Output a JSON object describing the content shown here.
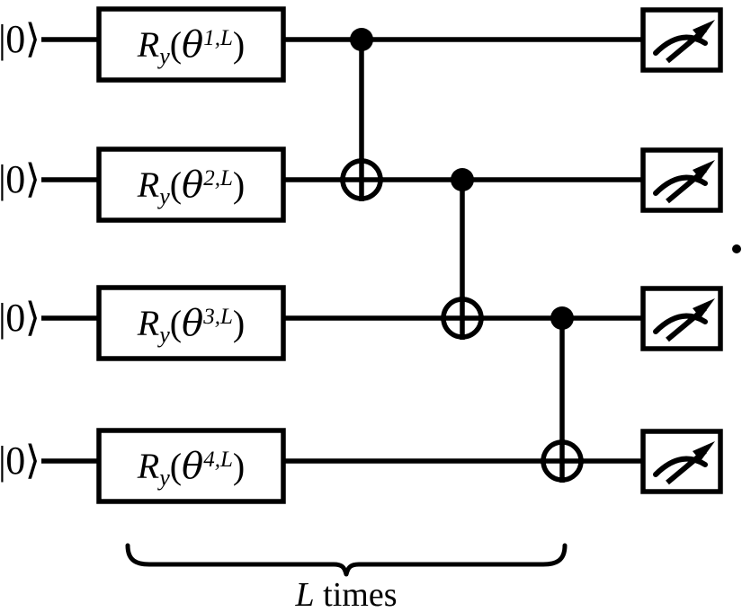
{
  "figure": {
    "kind": "quantum-circuit-diagram",
    "description": "Hardware-efficient variational ansatz: four qubits initialized in |0>, each acted on by a parameterized Ry rotation, followed by a linear chain of CNOT gates, then measured. The rotation-plus-entangler block is repeated L times.",
    "background_color": "#ffffff",
    "ink_color": "#000000",
    "trailing_punctuation": "."
  },
  "qubits": [
    {
      "index": 1,
      "init_label": "|0⟩",
      "init_bra": "|",
      "init_value": "0",
      "init_ket": "⟩",
      "gate": {
        "name": "Ry",
        "symbol": "R",
        "subscript": "y",
        "open_paren": "(",
        "param": "θ",
        "superscript": "1,L",
        "close_paren": ")",
        "full_label": "R_y(θ^{1,L})"
      },
      "measurement": "meter-icon"
    },
    {
      "index": 2,
      "init_label": "|0⟩",
      "init_bra": "|",
      "init_value": "0",
      "init_ket": "⟩",
      "gate": {
        "name": "Ry",
        "symbol": "R",
        "subscript": "y",
        "open_paren": "(",
        "param": "θ",
        "superscript": "2,L",
        "close_paren": ")",
        "full_label": "R_y(θ^{2,L})"
      },
      "measurement": "meter-icon"
    },
    {
      "index": 3,
      "init_label": "|0⟩",
      "init_bra": "|",
      "init_value": "0",
      "init_ket": "⟩",
      "gate": {
        "name": "Ry",
        "symbol": "R",
        "subscript": "y",
        "open_paren": "(",
        "param": "θ",
        "superscript": "3,L",
        "close_paren": ")",
        "full_label": "R_y(θ^{3,L})"
      },
      "measurement": "meter-icon"
    },
    {
      "index": 4,
      "init_label": "|0⟩",
      "init_bra": "|",
      "init_value": "0",
      "init_ket": "⟩",
      "gate": {
        "name": "Ry",
        "symbol": "R",
        "subscript": "y",
        "open_paren": "(",
        "param": "θ",
        "superscript": "4,L",
        "close_paren": ")",
        "full_label": "R_y(θ^{4,L})"
      },
      "measurement": "meter-icon"
    }
  ],
  "entanglers": [
    {
      "type": "CNOT",
      "control_qubit": 1,
      "target_qubit": 2
    },
    {
      "type": "CNOT",
      "control_qubit": 2,
      "target_qubit": 3
    },
    {
      "type": "CNOT",
      "control_qubit": 3,
      "target_qubit": 4
    }
  ],
  "repeat_brace": {
    "caption": "L times",
    "caption_variable": "L",
    "caption_word": "times",
    "covers": "rotation layer and CNOT entangling layer"
  }
}
